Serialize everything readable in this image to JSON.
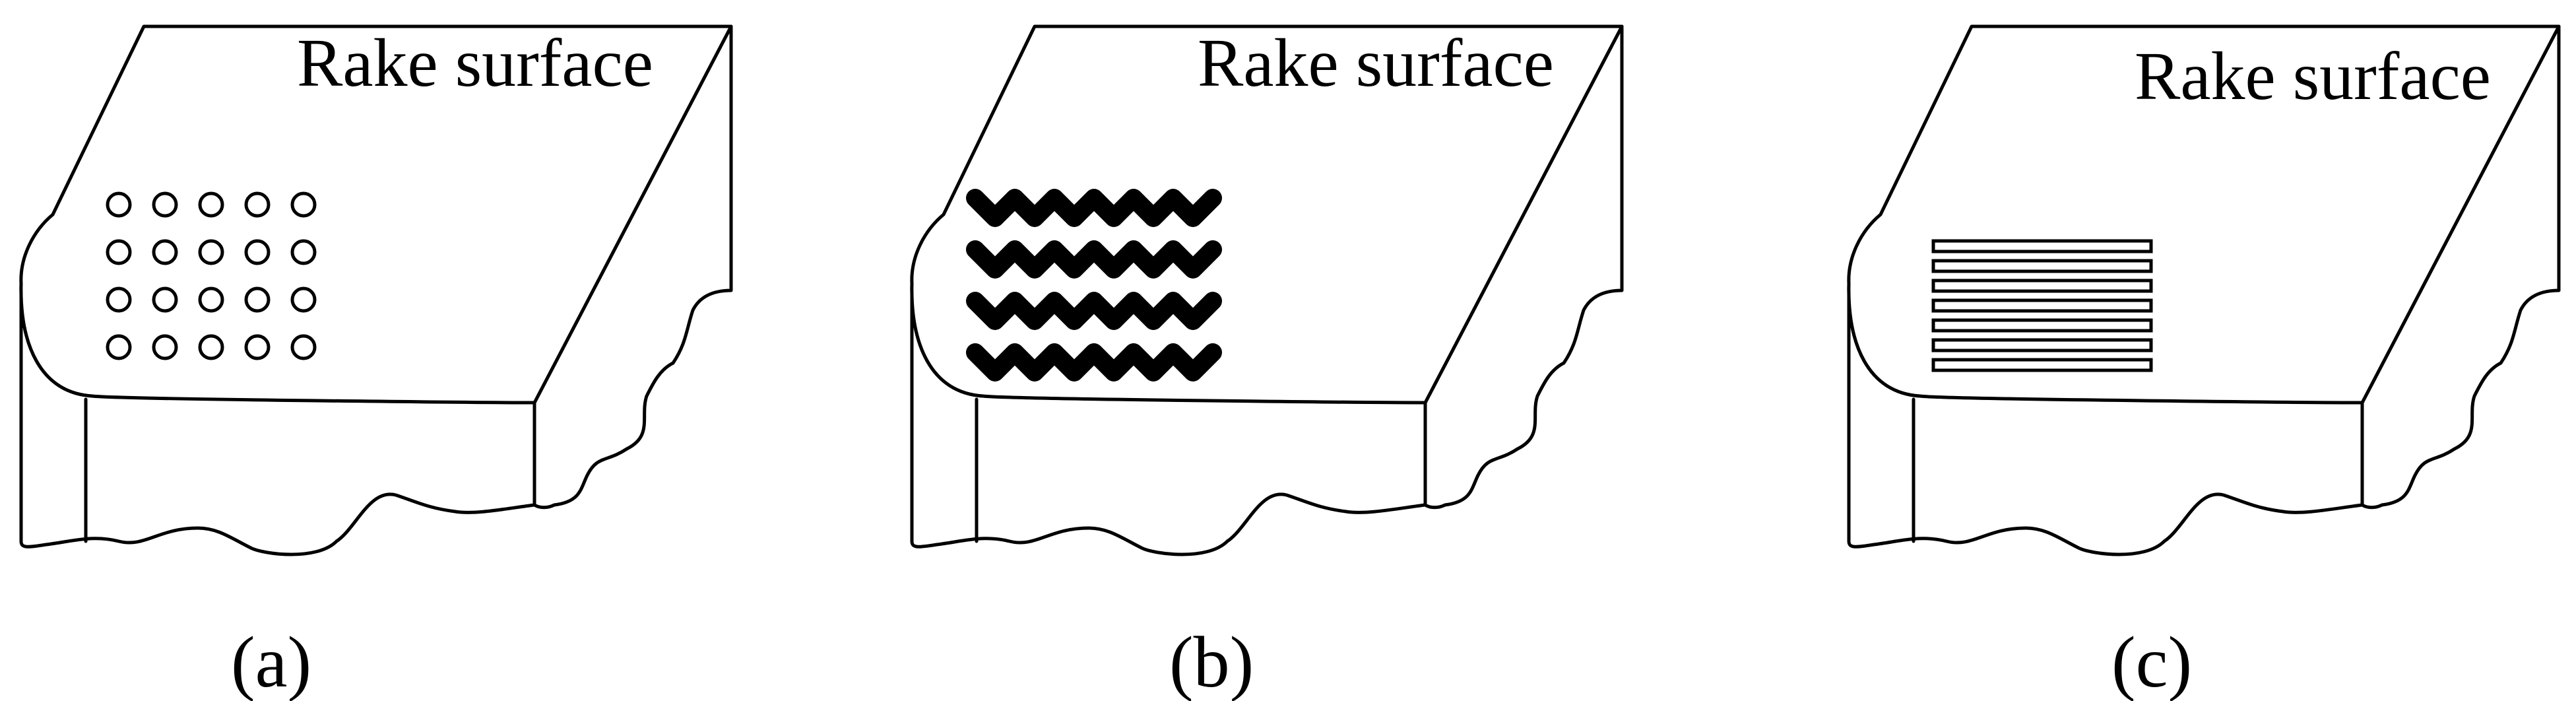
{
  "figure": {
    "panels": [
      {
        "id": "a",
        "caption": "(a)",
        "surface_label": "Rake surface",
        "texture": "circular-dimples",
        "texture_rows": 4,
        "texture_cols": 5
      },
      {
        "id": "b",
        "caption": "(b)",
        "surface_label": "Rake surface",
        "texture": "wavy-grooves",
        "texture_rows": 4
      },
      {
        "id": "c",
        "caption": "(c)",
        "surface_label": "Rake surface",
        "texture": "linear-grooves",
        "texture_rows": 7
      }
    ],
    "colors": {
      "stroke": "#000000",
      "background": "#ffffff"
    }
  }
}
